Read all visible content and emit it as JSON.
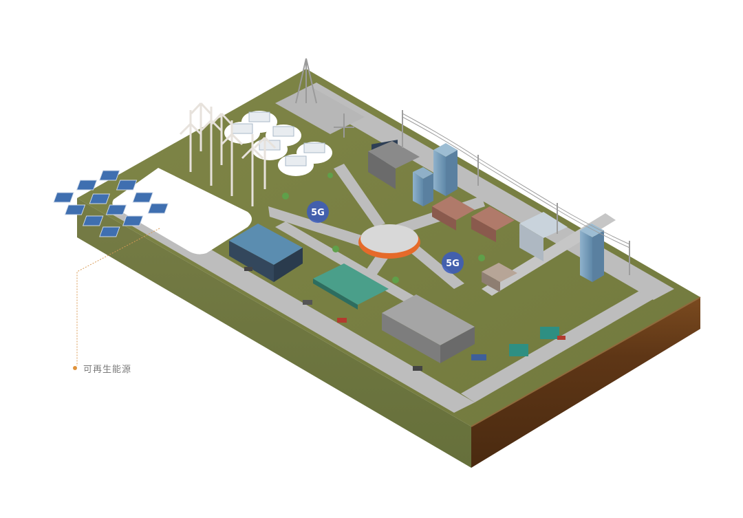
{
  "callout": {
    "label": "可再生能源",
    "dot_color": "#e0923a",
    "line_color": "#d99a55"
  },
  "scene": {
    "ground_top": "#7d8244",
    "ground_top_light": "#8a9050",
    "side_left": "#6d7340",
    "side_right": "#6a3e1a",
    "road": "#b9b9b9",
    "highlight_zone": "renewable-energy",
    "badges": [
      "5G",
      "5G"
    ]
  }
}
